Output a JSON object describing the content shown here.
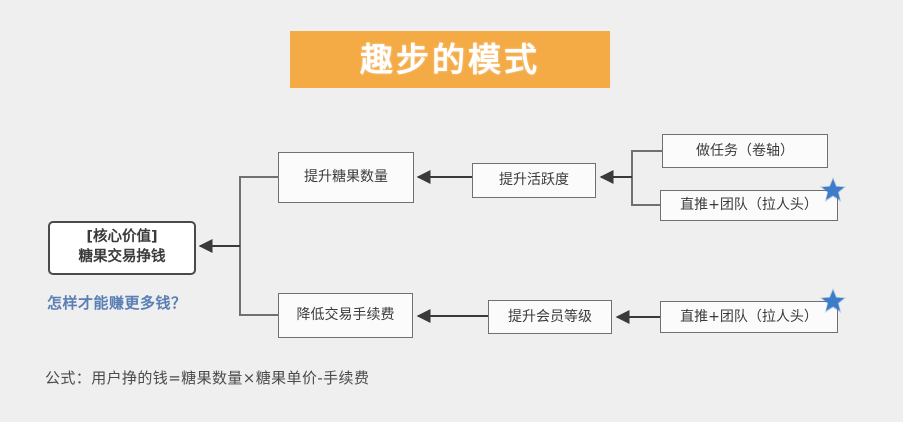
{
  "header": {
    "title": "趣步的模式",
    "banner_color": "#f4ab46",
    "title_color": "#ffffff"
  },
  "diagram": {
    "core": {
      "line1": "[核心价值]",
      "line2": "糖果交易挣钱"
    },
    "question": "怎样才能赚更多钱？",
    "question_color": "#5a7fb5",
    "nodes": [
      {
        "id": "candy",
        "label": "提升糖果数量"
      },
      {
        "id": "active",
        "label": "提升活跃度"
      },
      {
        "id": "task",
        "label": "做任务（卷轴）"
      },
      {
        "id": "team_top",
        "label": "直推+团队（拉人头）"
      },
      {
        "id": "fee",
        "label": "降低交易手续费"
      },
      {
        "id": "member",
        "label": "提升会员等级"
      },
      {
        "id": "team_bot",
        "label": "直推+团队（拉人头）"
      }
    ],
    "markers": {
      "star_color": "#3d7cc9",
      "star_count": 2
    }
  },
  "footer": {
    "formula": "公式：用户挣的钱=糖果数量×糖果单价-手续费"
  }
}
